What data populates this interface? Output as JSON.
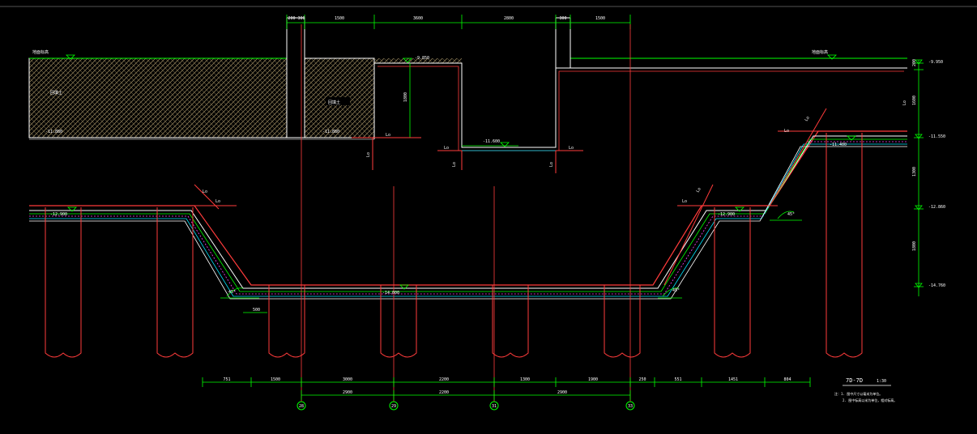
{
  "colors": {
    "background": "#000000",
    "wall": "#ffffff",
    "dim": "#00ff00",
    "pile": "#ff3b3b",
    "axis": "#ff3b3b",
    "layer_cyan": "#00e5ff",
    "layer_magenta": "#ff40ff",
    "hatch": "#8a7a55",
    "tag_bg": "#ffffff"
  },
  "ground_labels": {
    "left": "地面标高",
    "right": "地面标高"
  },
  "fill_labels": {
    "left": "回填土",
    "middle": "回填土"
  },
  "elevations": {
    "pit_top": "-9.850",
    "pit_bottom": "-11.600",
    "left_wall_base": "-11.880",
    "mid_wall_base": "-11.880",
    "left_terrace": "-12.900",
    "center_bottom": "-14.000",
    "right_terrace": "-12.900",
    "right_high": "-11.400"
  },
  "right_scale": {
    "values": [
      "-9.950",
      "-11.550",
      "-12.860",
      "-14.760"
    ],
    "spans": [
      "200",
      "1600",
      "1300",
      "1800"
    ]
  },
  "top_dims": [
    "200",
    "300",
    "1500",
    "3600",
    "2800",
    "300",
    "1500"
  ],
  "pit_depth_dim": "1800",
  "slope_angles": [
    "45°",
    "45°",
    "45°"
  ],
  "step_dim": "500",
  "bottom_dims_row1": [
    "751",
    "1500",
    "3000",
    "2200",
    "1300",
    "1900",
    "250",
    "551",
    "1451",
    "804"
  ],
  "bottom_dims_row2": [
    "2900",
    "2200",
    "2900"
  ],
  "axis_labels": [
    "28",
    "29",
    "31",
    "33"
  ],
  "lap_labels": [
    "Lo",
    "Lo",
    "Lo",
    "Lo",
    "Lo",
    "Lo",
    "Lo"
  ],
  "lap_vertical_labels": [
    "Lo",
    "Lo",
    "Lo",
    "Lo",
    "Lo",
    "Lo"
  ],
  "section": {
    "title": "7D-7D",
    "scale": "1:30"
  },
  "notes": [
    "注：1. 图中尺寸以毫米为单位。",
    "2. 图中标高以米为单位，相对标高。"
  ]
}
